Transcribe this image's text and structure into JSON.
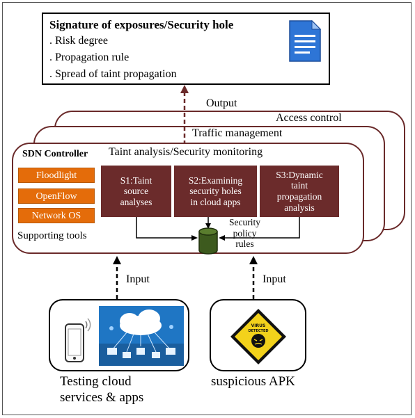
{
  "output": {
    "title": "Signature of exposures/Security  hole",
    "items": [
      ". Risk degree",
      ". Propagation rule",
      ". Spread of taint propagation"
    ]
  },
  "labels": {
    "output": "Output",
    "access_control": "Access control",
    "traffic_management": "Traffic management",
    "sdn_controller": "SDN Controller",
    "taint_analysis": "Taint analysis/Security monitoring",
    "supporting_tools": "Supporting tools",
    "input_left": "Input",
    "input_right": "Input"
  },
  "tools": [
    "Floodlight",
    "OpenFlow",
    "Network OS"
  ],
  "stages": [
    {
      "lines": [
        "S1:Taint",
        "source",
        "analyses"
      ]
    },
    {
      "lines": [
        "S2:Examining",
        "security holes",
        "in cloud apps"
      ]
    },
    {
      "lines": [
        "S3:Dynamic",
        "taint",
        "propagation",
        "analysis"
      ]
    }
  ],
  "policy": [
    "Security",
    "policy",
    "rules"
  ],
  "inputs": {
    "cloud_caption": [
      "Testing cloud",
      "services & apps"
    ],
    "apk_caption": "suspicious APK",
    "virus_badge": [
      "VIRUS",
      "DETECTED"
    ]
  },
  "colors": {
    "stage_fill": "#6b2b2b",
    "tool_fill": "#e46c0a",
    "layer_border": "#6a2a2a",
    "cylinder": "#3d5a1e"
  },
  "icons": [
    "document-icon",
    "phone-icon",
    "cloud-network-icon",
    "virus-warning-icon",
    "database-icon"
  ]
}
